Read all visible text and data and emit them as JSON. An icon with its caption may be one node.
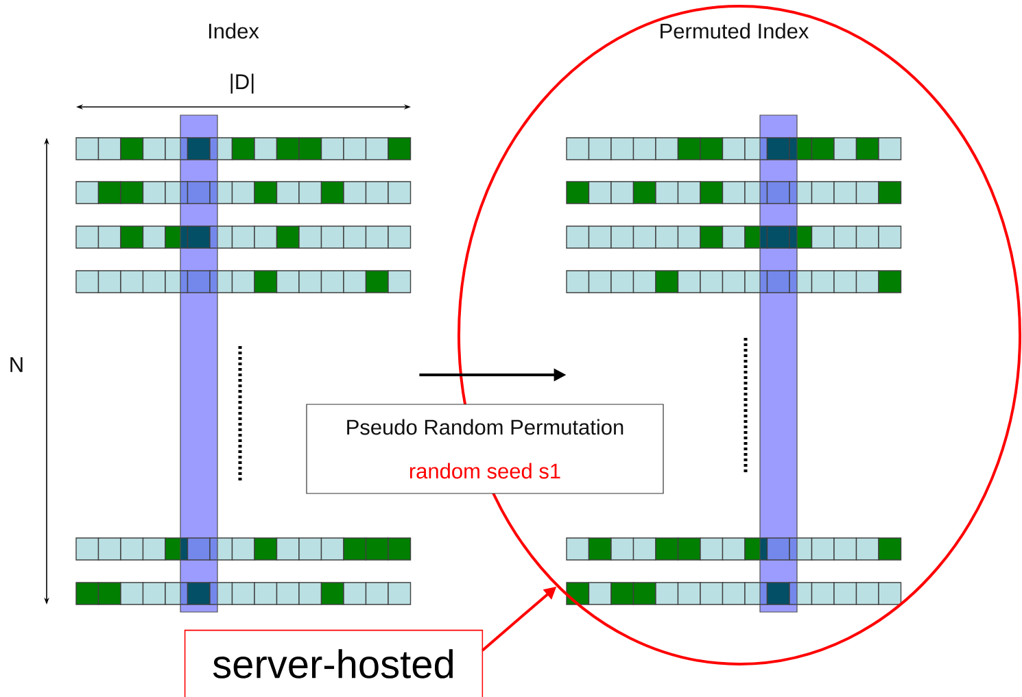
{
  "diagram": {
    "nodes": [
      {
        "text": [
          "Index"
        ]
      },
      {
        "text": [
          "Permuted Index"
        ]
      },
      {
        "text": [],
        "shape": "grid",
        "in": 1
      },
      {
        "text": [
          "Pseudo Random Permutation",
          "random seed s1"
        ]
      },
      {
        "text": [
          "server-hosted"
        ]
      }
    ],
    "edges": [
      {
        "from": 0,
        "to": 2,
        "arrow": "to"
      },
      {
        "from": 4,
        "to": 1,
        "arrow": "to",
        "color": "#ff0000"
      }
    ],
    "labels": [
      "|D|",
      "N"
    ]
  }
}
